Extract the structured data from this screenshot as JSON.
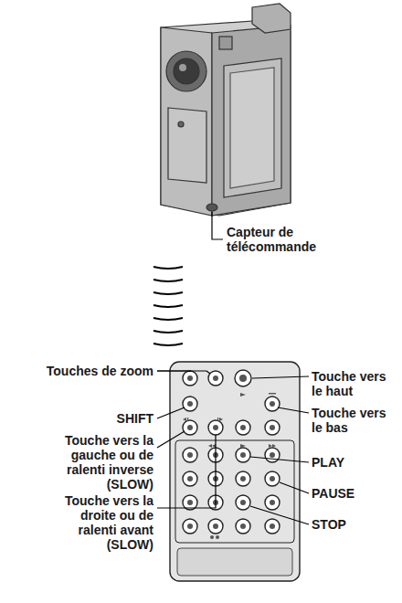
{
  "diagram": {
    "labels": [
      "Capteur de télécommande",
      "Touches de zoom",
      "SHIFT",
      "Touche vers la gauche ou de ralenti inverse (SLOW)",
      "Touche vers la droite ou de ralenti avant (SLOW)",
      "Touche vers le haut",
      "Touche vers le bas",
      "PLAY",
      "PAUSE",
      "STOP"
    ]
  }
}
